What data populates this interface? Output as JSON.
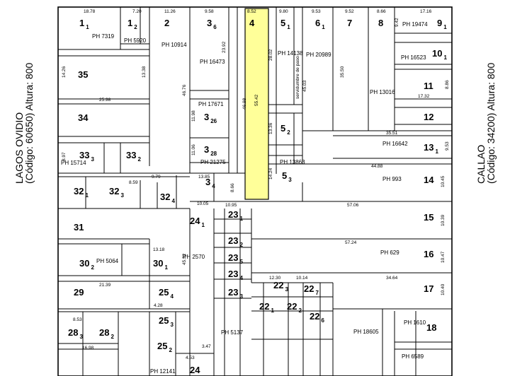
{
  "streets": {
    "left": {
      "name": "LAGOS OVIDIO",
      "code": "(Código: 60650) Altura: 800"
    },
    "right": {
      "name": "CALLAO",
      "code": "(Código: 34200) Altura: 800"
    }
  },
  "highlight_color": "#ffff99",
  "line_color": "#000000",
  "lots": [
    {
      "id": "1a",
      "num": "1",
      "sub": "1"
    },
    {
      "id": "1b",
      "num": "1",
      "sub": "2"
    },
    {
      "id": "2",
      "num": "2",
      "sub": ""
    },
    {
      "id": "3a",
      "num": "3",
      "sub": "6"
    },
    {
      "id": "4",
      "num": "4",
      "sub": ""
    },
    {
      "id": "5a",
      "num": "5",
      "sub": "1"
    },
    {
      "id": "6",
      "num": "6",
      "sub": "1"
    },
    {
      "id": "7",
      "num": "7",
      "sub": ""
    },
    {
      "id": "8",
      "num": "8",
      "sub": ""
    },
    {
      "id": "9",
      "num": "9",
      "sub": "1"
    },
    {
      "id": "10",
      "num": "10",
      "sub": "1"
    },
    {
      "id": "11",
      "num": "11",
      "sub": ""
    },
    {
      "id": "12",
      "num": "12",
      "sub": ""
    },
    {
      "id": "13",
      "num": "13",
      "sub": "1"
    },
    {
      "id": "14",
      "num": "14",
      "sub": ""
    },
    {
      "id": "15",
      "num": "15",
      "sub": ""
    },
    {
      "id": "16",
      "num": "16",
      "sub": ""
    },
    {
      "id": "17",
      "num": "17",
      "sub": ""
    },
    {
      "id": "18",
      "num": "18",
      "sub": ""
    },
    {
      "id": "35",
      "num": "35",
      "sub": ""
    },
    {
      "id": "34",
      "num": "34",
      "sub": ""
    },
    {
      "id": "33a",
      "num": "33",
      "sub": "3"
    },
    {
      "id": "33b",
      "num": "33",
      "sub": "2"
    },
    {
      "id": "32a",
      "num": "32",
      "sub": "1"
    },
    {
      "id": "32b",
      "num": "32",
      "sub": "3"
    },
    {
      "id": "32c",
      "num": "32",
      "sub": "4"
    },
    {
      "id": "31",
      "num": "31",
      "sub": ""
    },
    {
      "id": "30a",
      "num": "30",
      "sub": "2"
    },
    {
      "id": "30b",
      "num": "30",
      "sub": "1"
    },
    {
      "id": "29",
      "num": "29",
      "sub": ""
    },
    {
      "id": "28a",
      "num": "28",
      "sub": "3"
    },
    {
      "id": "28b",
      "num": "28",
      "sub": "2"
    },
    {
      "id": "3b",
      "num": "3",
      "sub": "26"
    },
    {
      "id": "3c",
      "num": "3",
      "sub": "28"
    },
    {
      "id": "3d",
      "num": "3",
      "sub": "4"
    },
    {
      "id": "5b",
      "num": "5",
      "sub": "2"
    },
    {
      "id": "5c",
      "num": "5",
      "sub": "3"
    },
    {
      "id": "24a",
      "num": "24",
      "sub": "1"
    },
    {
      "id": "24b",
      "num": "24",
      "sub": ""
    },
    {
      "id": "25a",
      "num": "25",
      "sub": "4"
    },
    {
      "id": "25b",
      "num": "25",
      "sub": "3"
    },
    {
      "id": "25c",
      "num": "25",
      "sub": "2"
    },
    {
      "id": "23a",
      "num": "23",
      "sub": "1"
    },
    {
      "id": "23b",
      "num": "23",
      "sub": "2"
    },
    {
      "id": "23c",
      "num": "23",
      "sub": "5"
    },
    {
      "id": "23d",
      "num": "23",
      "sub": "4"
    },
    {
      "id": "23e",
      "num": "23",
      "sub": "3"
    },
    {
      "id": "22a",
      "num": "22",
      "sub": "3"
    },
    {
      "id": "22b",
      "num": "22",
      "sub": "7"
    },
    {
      "id": "22c",
      "num": "22",
      "sub": "1"
    },
    {
      "id": "22d",
      "num": "22",
      "sub": "2"
    },
    {
      "id": "22e",
      "num": "22",
      "sub": "6"
    }
  ],
  "ph_labels": [
    {
      "id": "ph7319",
      "text": "PH 7319"
    },
    {
      "id": "ph5920",
      "text": "PH 5920"
    },
    {
      "id": "ph10914",
      "text": "PH 10914"
    },
    {
      "id": "ph16473",
      "text": "PH 16473"
    },
    {
      "id": "ph14138",
      "text": "PH 14138"
    },
    {
      "id": "ph20989",
      "text": "PH 20989"
    },
    {
      "id": "ph19474",
      "text": "PH 19474"
    },
    {
      "id": "ph16523",
      "text": "PH 16523"
    },
    {
      "id": "ph13016",
      "text": "PH 13016"
    },
    {
      "id": "ph16642",
      "text": "PH 16642"
    },
    {
      "id": "ph993",
      "text": "PH 993"
    },
    {
      "id": "ph17671",
      "text": "PH 17671"
    },
    {
      "id": "ph21275",
      "text": "PH 21275"
    },
    {
      "id": "ph13863",
      "text": "PH 13863"
    },
    {
      "id": "ph15714",
      "text": "PH 15714"
    },
    {
      "id": "ph5064",
      "text": "PH 5064"
    },
    {
      "id": "ph2570",
      "text": "PH 2570"
    },
    {
      "id": "ph629",
      "text": "PH 629"
    },
    {
      "id": "ph5137",
      "text": "PH 5137"
    },
    {
      "id": "ph1610",
      "text": "PH 1610"
    },
    {
      "id": "ph18605",
      "text": "PH 18605"
    },
    {
      "id": "ph6589",
      "text": "PH 6589"
    },
    {
      "id": "ph12141",
      "text": "PH 12141"
    }
  ],
  "other_labels": [
    {
      "id": "servid",
      "text": "servidumbre de paso"
    },
    {
      "id": "d1",
      "text": "18.78"
    },
    {
      "id": "d2",
      "text": "7.20"
    },
    {
      "id": "d3",
      "text": "11.26"
    },
    {
      "id": "d4",
      "text": "9.58"
    },
    {
      "id": "d5",
      "text": "8.52"
    },
    {
      "id": "d6",
      "text": "9.80"
    },
    {
      "id": "d7",
      "text": "9.53"
    },
    {
      "id": "d8",
      "text": "9.52"
    },
    {
      "id": "d9",
      "text": "8.66"
    },
    {
      "id": "d10",
      "text": "17.16"
    },
    {
      "id": "d11",
      "text": "25.98"
    },
    {
      "id": "d12",
      "text": "55.42"
    },
    {
      "id": "d13",
      "text": "35.50"
    },
    {
      "id": "d14",
      "text": "35.51"
    },
    {
      "id": "d15",
      "text": "44.88"
    },
    {
      "id": "d16",
      "text": "57.06"
    },
    {
      "id": "d17",
      "text": "57.24"
    },
    {
      "id": "d18",
      "text": "34.64"
    },
    {
      "id": "d19",
      "text": "21.39"
    },
    {
      "id": "d20",
      "text": "17.32"
    },
    {
      "id": "d21",
      "text": "10.45"
    },
    {
      "id": "d22",
      "text": "10.39"
    },
    {
      "id": "d23",
      "text": "10.47"
    },
    {
      "id": "d24",
      "text": "10.40"
    },
    {
      "id": "d25",
      "text": "13.18"
    },
    {
      "id": "d26",
      "text": "13.85"
    },
    {
      "id": "d27",
      "text": "10.95"
    },
    {
      "id": "d28",
      "text": "16.98"
    },
    {
      "id": "d29",
      "text": "45.32"
    },
    {
      "id": "d30",
      "text": "46.98"
    },
    {
      "id": "d31",
      "text": "46.76"
    },
    {
      "id": "d32",
      "text": "23.92"
    },
    {
      "id": "d33",
      "text": "28.02"
    },
    {
      "id": "d34",
      "text": "45.03"
    },
    {
      "id": "d35",
      "text": "14.26"
    },
    {
      "id": "d36",
      "text": "13.38"
    },
    {
      "id": "d37",
      "text": "11.98"
    },
    {
      "id": "d38",
      "text": "11.06"
    },
    {
      "id": "d39",
      "text": "13.36"
    },
    {
      "id": "d40",
      "text": "14.24"
    },
    {
      "id": "d41",
      "text": "8.97"
    },
    {
      "id": "d42",
      "text": "8.66"
    },
    {
      "id": "d43",
      "text": "9.42"
    },
    {
      "id": "d44",
      "text": "8.86"
    },
    {
      "id": "d45",
      "text": "9.53"
    },
    {
      "id": "d46",
      "text": "10.05"
    },
    {
      "id": "d47",
      "text": "8.59"
    },
    {
      "id": "d48",
      "text": "9.79"
    },
    {
      "id": "d49",
      "text": "12.30"
    },
    {
      "id": "d50",
      "text": "10.14"
    },
    {
      "id": "d51",
      "text": "8.53"
    },
    {
      "id": "d52",
      "text": "4.28"
    },
    {
      "id": "d53",
      "text": "4.53"
    },
    {
      "id": "d54",
      "text": "3.47"
    }
  ]
}
